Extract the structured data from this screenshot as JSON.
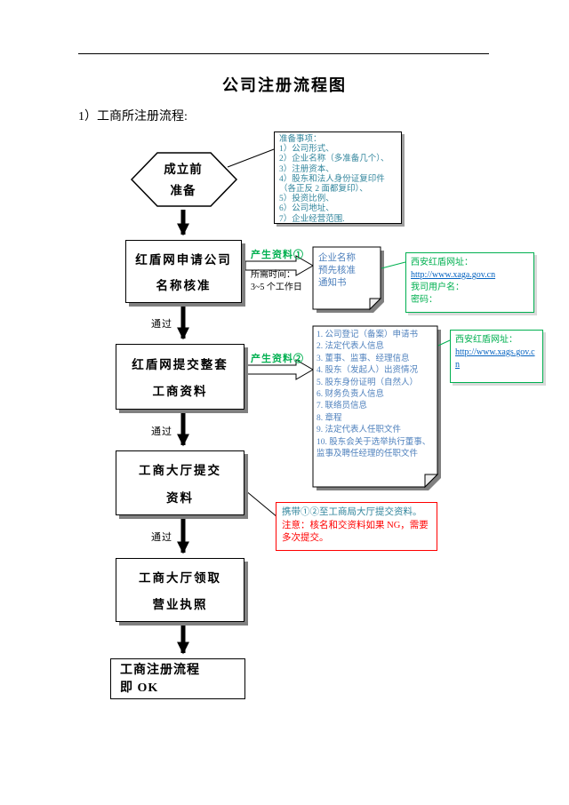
{
  "page": {
    "title": "公司注册流程图",
    "heading": "1）工商所注册流程:"
  },
  "colors": {
    "doc_text_blue": "#4F81BD",
    "teal_text": "#31859C",
    "green_accent": "#00B050",
    "red_warning": "#FF0000",
    "link_blue": "#0563C1",
    "shadow_gray": "#808080"
  },
  "flow": {
    "start_hex": {
      "lines": [
        "成立前",
        "准备"
      ]
    },
    "prep_box": {
      "lines": [
        "准备事项：",
        "1）公司形式、",
        "2）企业名称（多准备几个）、",
        "3）注册资本、",
        "4）股东和法人身份证复印件",
        "（各正反 2 面都复印）、",
        "5）投资比例、",
        "6）公司地址、",
        "7）企业经营范围."
      ]
    },
    "step1": {
      "lines": [
        "红盾网申请公司",
        "名称核准"
      ]
    },
    "label1": "产生资料①",
    "time_note": {
      "lines": [
        "所需时间：",
        "3~5 个工作日"
      ]
    },
    "doc1": {
      "lines": [
        "企业名称",
        "预先核准",
        "通知书"
      ]
    },
    "site1": {
      "label": "西安红盾网址：",
      "url": "http://www.xaga.gov.cn",
      "user": "我司用户名：",
      "pwd": "密码："
    },
    "pass1": "通过",
    "step2": {
      "lines": [
        "红盾网提交整套",
        "工商资料"
      ]
    },
    "label2": "产生资料②",
    "doc2": {
      "items": [
        "1. 公司登记（备案）申请书",
        "2. 法定代表人信息",
        "3. 董事、监事、经理信息",
        "4. 股东（发起人）出资情况",
        "5. 股东身份证明（自然人）",
        "6. 财务负责人信息",
        "7. 联络员信息",
        "8. 章程",
        "9. 法定代表人任职文件",
        "10. 股东会关于选举执行董事、监事及聘任经理的任职文件"
      ]
    },
    "site2": {
      "label": "西安红盾网址：",
      "url": "http://www.xags.gov.cn"
    },
    "pass2": "通过",
    "step3": {
      "lines": [
        "工商大厅提交",
        "资料"
      ]
    },
    "note": {
      "line1": "携带①②至工商局大厅提交资料。",
      "line2": "注意：核名和交资料如果 NG，需要多次提交。"
    },
    "pass3": "通过",
    "step4": {
      "lines": [
        "工商大厅领取",
        "营业执照"
      ]
    },
    "final": {
      "lines": [
        "工商注册流程",
        "即 OK"
      ]
    }
  }
}
